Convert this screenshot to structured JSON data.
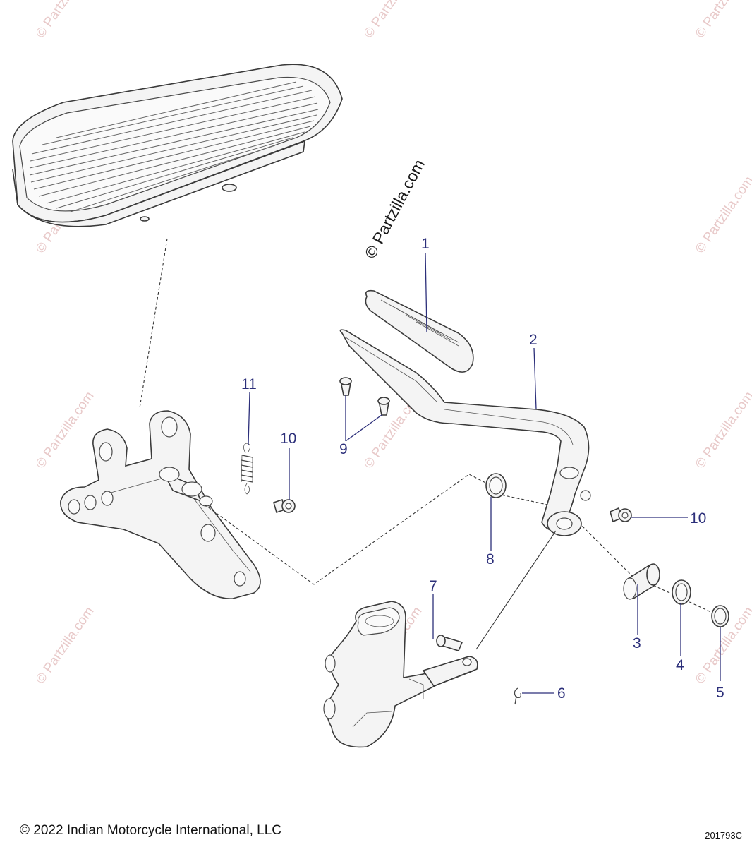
{
  "watermark": {
    "main_text": "© Partzilla.com",
    "repeat_text": "© Partzilla.com"
  },
  "callouts": {
    "c1": "1",
    "c2": "2",
    "c3": "3",
    "c4": "4",
    "c5": "5",
    "c6": "6",
    "c7": "7",
    "c8": "8",
    "c9": "9",
    "c10a": "10",
    "c10b": "10",
    "c11": "11"
  },
  "footer": {
    "copyright": "© 2022 Indian Motorcycle International, LLC",
    "figure_id": "201793C"
  },
  "colors": {
    "callout": "#2c2f7a",
    "watermark": "#e8c9c9"
  }
}
